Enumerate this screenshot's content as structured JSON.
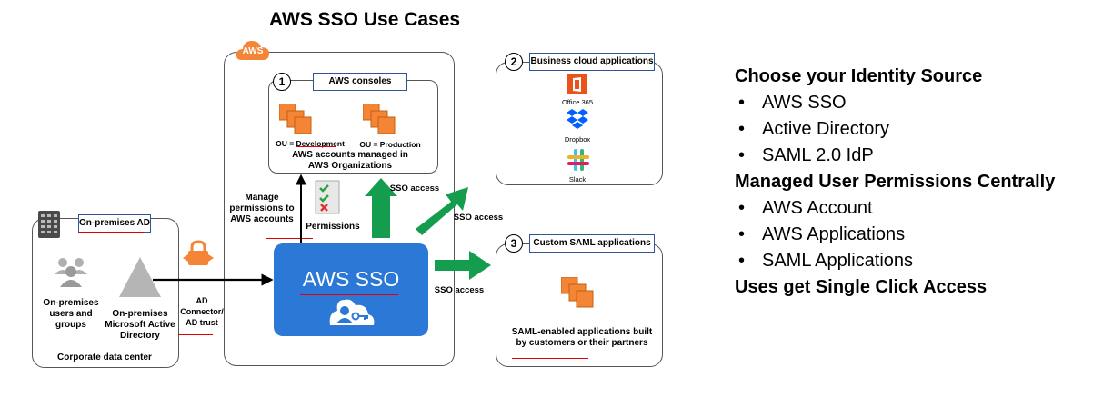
{
  "title": "AWS SSO Use Cases",
  "aws_badge": "AWS",
  "onprem": {
    "header": "On-premises AD",
    "users_label": "On-premises users and groups",
    "directory_label": "On-premises Microsoft Active Directory",
    "footer": "Corporate data center"
  },
  "connector_label": "AD Connector/ AD trust",
  "consoles": {
    "number": "1",
    "header": "AWS consoles",
    "ou_dev": "OU = Development",
    "ou_prod": "OU = Production",
    "managed": "AWS accounts managed in AWS Organizations"
  },
  "manage_label": "Manage permissions to AWS accounts",
  "permissions_label": "Permissions",
  "sso_label": "AWS SSO",
  "sso_access_labels": [
    "SSO access",
    "SSO access",
    "SSO access"
  ],
  "business": {
    "number": "2",
    "header": "Business cloud applications",
    "apps": [
      "Office 365",
      "Dropbox",
      "Slack"
    ]
  },
  "saml": {
    "number": "3",
    "header": "Custom SAML applications",
    "caption": "SAML-enabled applications built by customers or their partners"
  },
  "right_panel": {
    "heading1": "Choose your Identity Source",
    "list1": [
      "AWS SSO",
      "Active Directory",
      "SAML 2.0 IdP"
    ],
    "heading2": "Managed User Permissions Centrally",
    "list2": [
      "AWS Account",
      "AWS Applications",
      "SAML Applications"
    ],
    "heading3": "Uses get Single Click Access",
    "bullet": "•"
  },
  "colors": {
    "aws_orange": "#f58536",
    "sso_blue": "#2b78d6",
    "arrow_green": "#149d4f",
    "annotation_red": "#e00000"
  }
}
